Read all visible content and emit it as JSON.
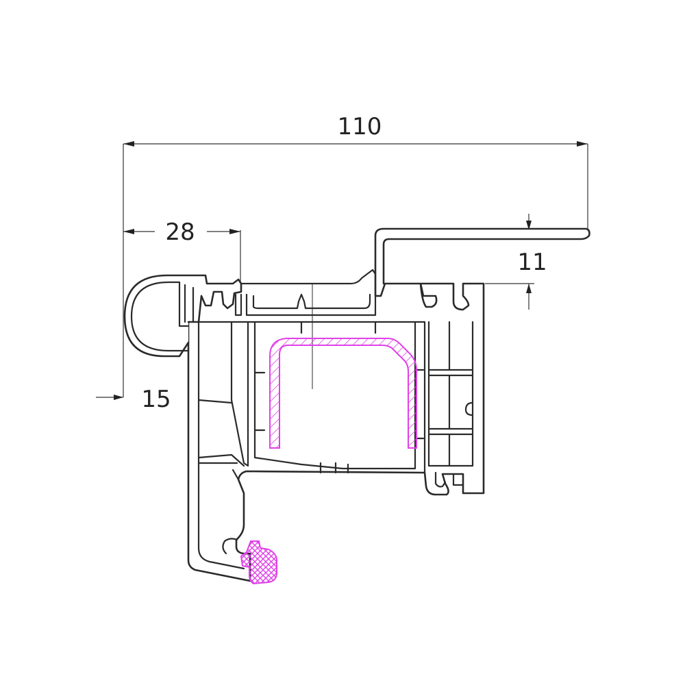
{
  "dimensions": {
    "overall_width": "110",
    "frame_depth": "28",
    "flange_height": "11",
    "left_offset": "15"
  },
  "colors": {
    "outline": "#2a2a2a",
    "reinforcement": "#e040e8",
    "dimension": "#333333",
    "background": "#ffffff"
  }
}
